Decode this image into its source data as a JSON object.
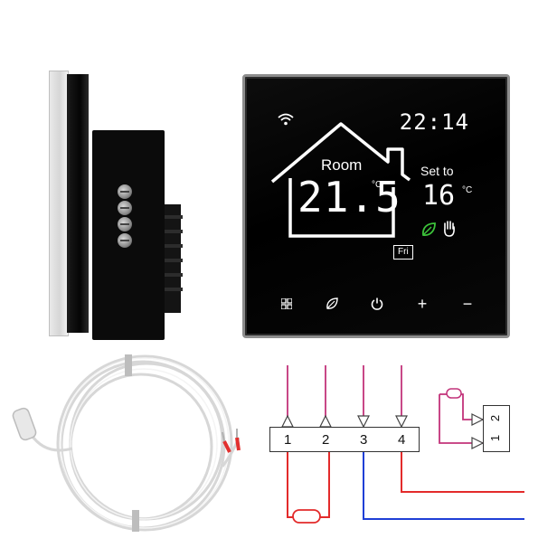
{
  "thermostat": {
    "time": "22:14",
    "room_label": "Room",
    "room_temp": "21.5",
    "room_unit": "°C",
    "set_label": "Set to",
    "set_temp": "16",
    "set_unit": "°C",
    "day": "Fri",
    "buttons": {
      "menu": "menu-icon",
      "eco": "leaf-icon",
      "power": "power-icon",
      "plus": "+",
      "minus": "−"
    },
    "status_icons": [
      "wifi-icon",
      "eco-leaf-icon",
      "hand-manual-icon",
      "house-outline-icon"
    ]
  },
  "wiring": {
    "terminals": [
      "1",
      "2",
      "3",
      "4"
    ],
    "sensor_terminals": [
      "1",
      "2"
    ],
    "colors": {
      "wire_red": "#e32b2b",
      "wire_blue": "#1f3fd6",
      "wire_pink": "#c2337a",
      "wire_dark": "#333333"
    }
  },
  "colors": {
    "screen_bg": "#000000",
    "frame_gray": "#8d8d8d",
    "leaf_green": "#3cc23a",
    "cable_white": "#eeeeee"
  }
}
